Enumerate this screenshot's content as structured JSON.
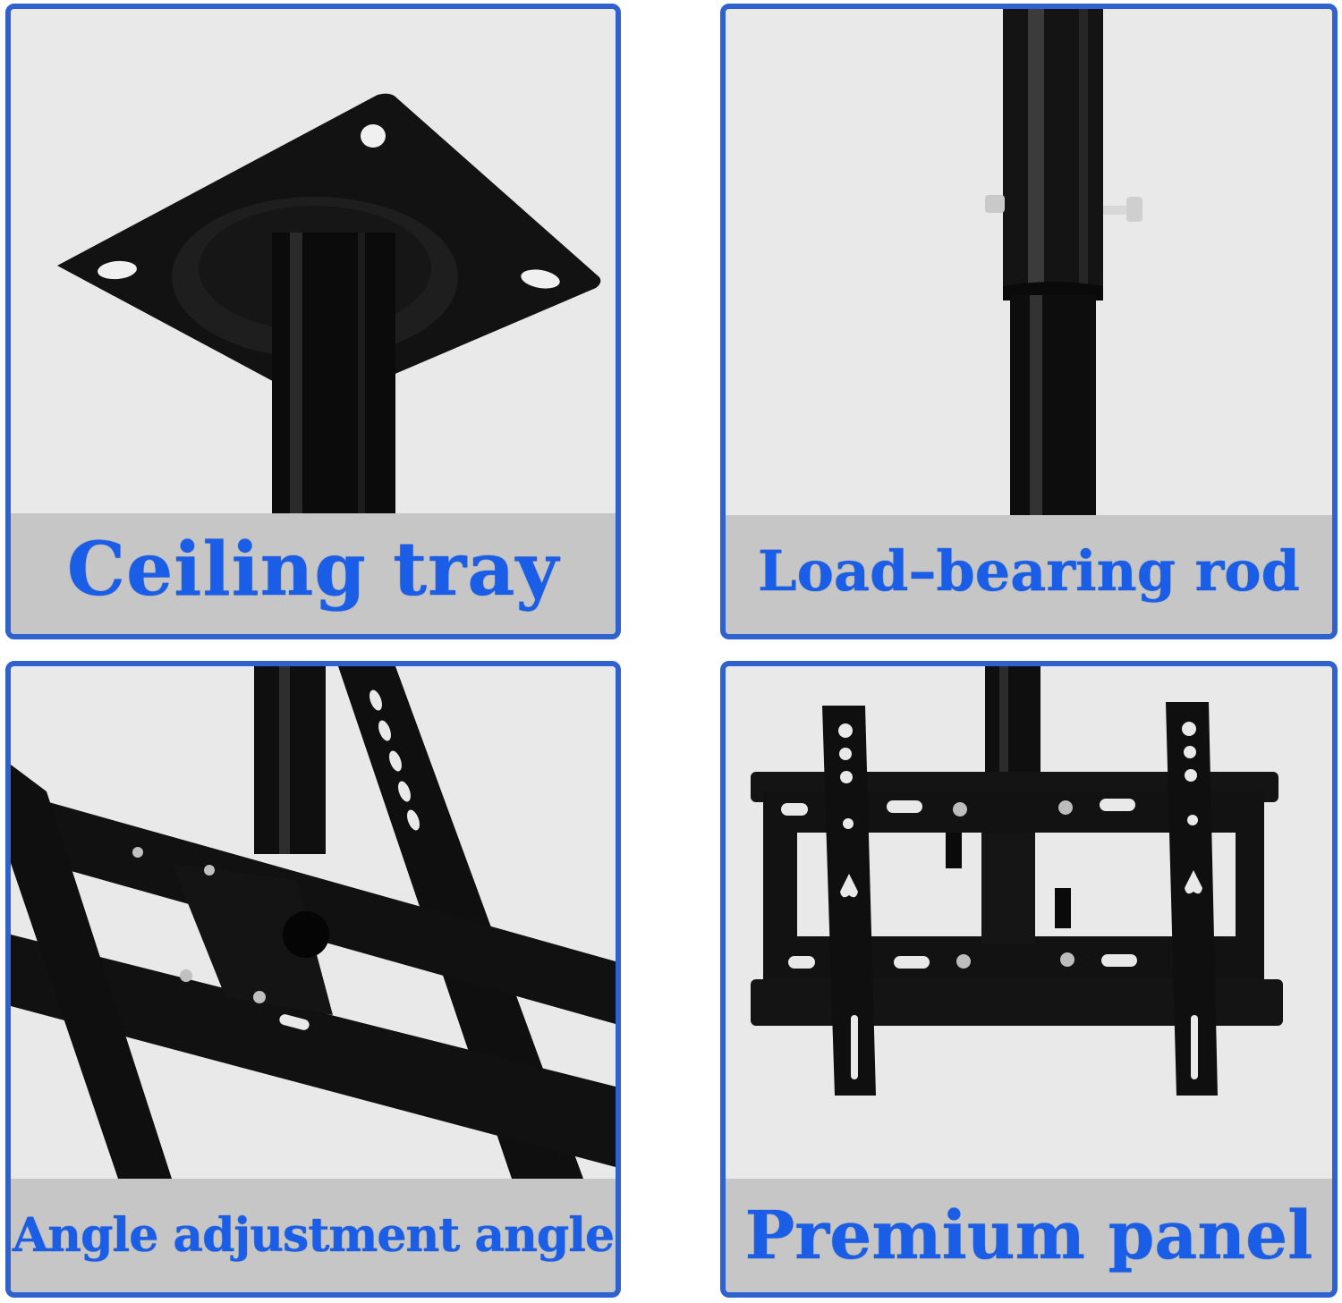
{
  "panels": [
    {
      "id": "ceiling-tray",
      "caption": "Ceiling tray",
      "image_subject": "black square ceiling mounting plate with four slotted holes and downward tube"
    },
    {
      "id": "load-bearing-rod",
      "caption": "Load–bearing rod",
      "image_subject": "black telescopic pole with two locking bolts at the sleeve joint"
    },
    {
      "id": "angle-adjustment",
      "caption": "Angle adjustment angle",
      "image_subject": "angled close-up of bracket with tilt adjustment knob"
    },
    {
      "id": "premium-panel",
      "caption": "Premium panel",
      "image_subject": "front view of TV mounting plate with two vertical VESA arms"
    }
  ],
  "colors": {
    "frame_border": "#2f62cf",
    "caption_band": "#c6c6c6",
    "caption_text": "#1a5ee8",
    "photo_background": "#e9e9e9",
    "metal": "#0d0d0d"
  }
}
